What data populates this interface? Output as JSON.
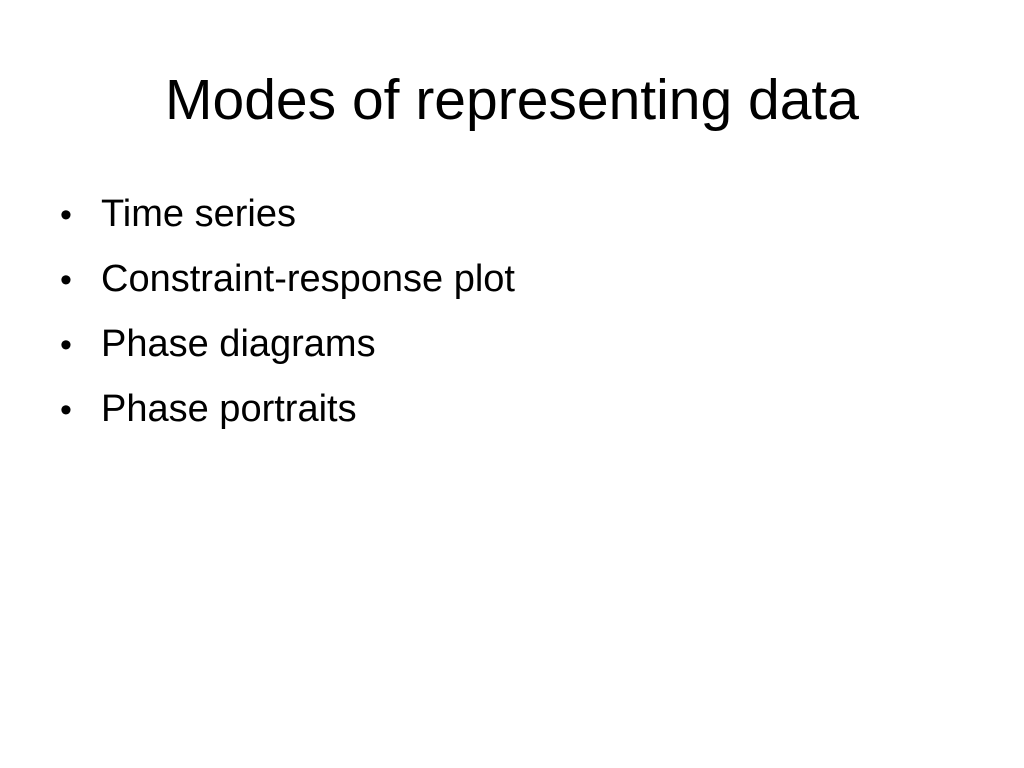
{
  "slide": {
    "title": "Modes of representing data",
    "bullet_marker": "•",
    "bullets": [
      "Time series",
      "Constraint-response plot",
      "Phase diagrams",
      "Phase portraits"
    ]
  }
}
